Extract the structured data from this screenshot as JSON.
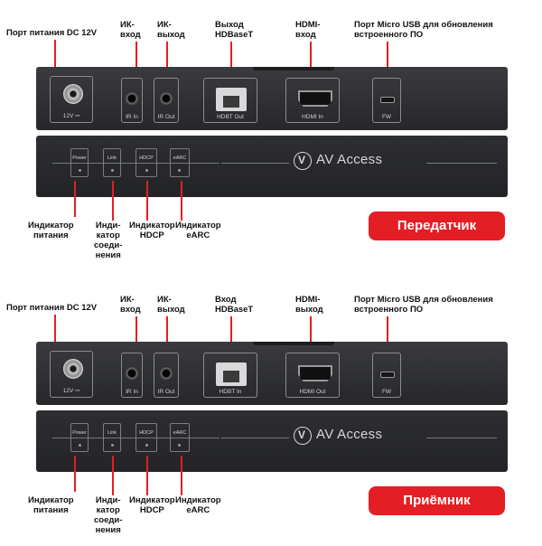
{
  "transmitter": {
    "labels": {
      "dc_power": "Порт питания DC 12V",
      "ir_in": "ИК-\nвход",
      "ir_out": "ИК-\nвыход",
      "hdbt": "Выход\nHDBaseT",
      "hdmi": "HDMI-\nвход",
      "usb": "Порт Micro USB для обновления\nвстроенного ПО",
      "ind_power": "Индикатор\nпитания",
      "ind_link": "Инди-\nкатор\nсоеди-\nнения",
      "ind_hdcp": "Индикатор\nHDCP",
      "ind_earc": "Индикатор\neARC"
    },
    "ports": {
      "dc": "12V ⎓",
      "ir_in": "IR In",
      "ir_out": "IR Out",
      "hdbt": "HDBT Out",
      "hdmi": "HDMI In",
      "fw": "FW"
    },
    "leds": {
      "power": "Power",
      "link": "Link",
      "hdcp": "HDCP",
      "earc": "eARC"
    },
    "brand": "AV Access",
    "badge": "Передатчик"
  },
  "receiver": {
    "labels": {
      "dc_power": "Порт питания DC 12V",
      "ir_in": "ИК-\nвход",
      "ir_out": "ИК-\nвыход",
      "hdbt": "Вход\nHDBaseT",
      "hdmi": "HDMI-\nвыход",
      "usb": "Порт Micro USB для обновления\nвстроенного ПО",
      "ind_power": "Индикатор\nпитания",
      "ind_link": "Инди-\nкатор\nсоеди-\nнения",
      "ind_hdcp": "Индикатор\nHDCP",
      "ind_earc": "Индикатор\neARC"
    },
    "ports": {
      "dc": "12V ⎓",
      "ir_in": "IR In",
      "ir_out": "IR Out",
      "hdbt": "HDBT In",
      "hdmi": "HDMI Out",
      "fw": "FW"
    },
    "leds": {
      "power": "Power",
      "link": "Link",
      "hdcp": "HDCP",
      "earc": "eARC"
    },
    "brand": "AV Access",
    "badge": "Приёмник"
  },
  "colors": {
    "accent": "#e31e24",
    "panel": "#2b2c2f"
  }
}
